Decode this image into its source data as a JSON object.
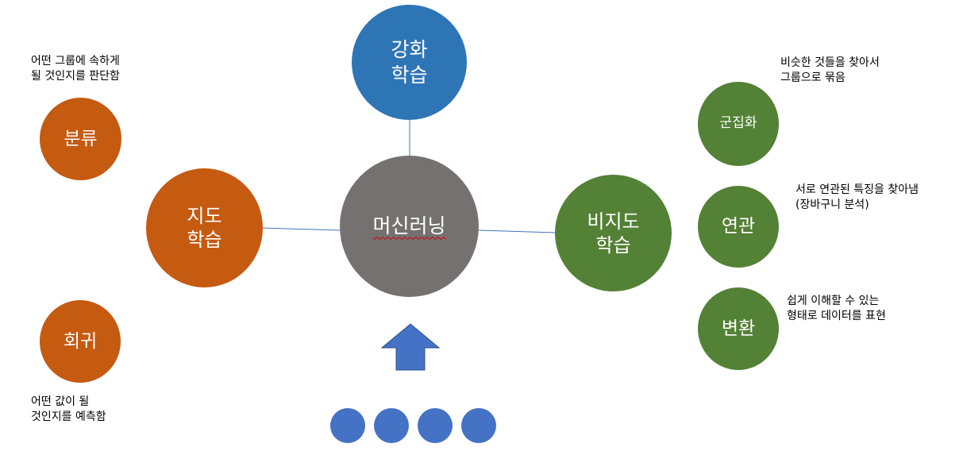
{
  "center": {
    "label": "머신러닝"
  },
  "reinforcement": {
    "label": "강화\n학습"
  },
  "supervised": {
    "label": "지도\n학습"
  },
  "unsupervised": {
    "label": "비지도\n학습"
  },
  "classification": {
    "label": "분류",
    "desc": "어떤 그룹에 속하게\n될 것인지를 판단함"
  },
  "regression": {
    "label": "회귀",
    "desc": "어떤 값이 될\n것인지를 예측함"
  },
  "clustering": {
    "label": "군집화",
    "desc": "비슷한 것들을 찾아서\n그룹으로 묶음"
  },
  "association": {
    "label": "연관",
    "desc": "서로 연관된 특징을 찾아냄\n(장바구니 분석)"
  },
  "transformation": {
    "label": "변환",
    "desc": "쉽게 이해할 수 있는\n형태로 데이터를 표현"
  },
  "colors": {
    "supervised_branch": "#c55a11",
    "unsupervised_branch": "#538135",
    "reinforcement": "#2e75b6",
    "center": "#767171",
    "input_dots": "#4472c4",
    "connector": "#4472c4"
  },
  "icons": [
    "up-arrow-icon",
    "input-dot-icon"
  ]
}
